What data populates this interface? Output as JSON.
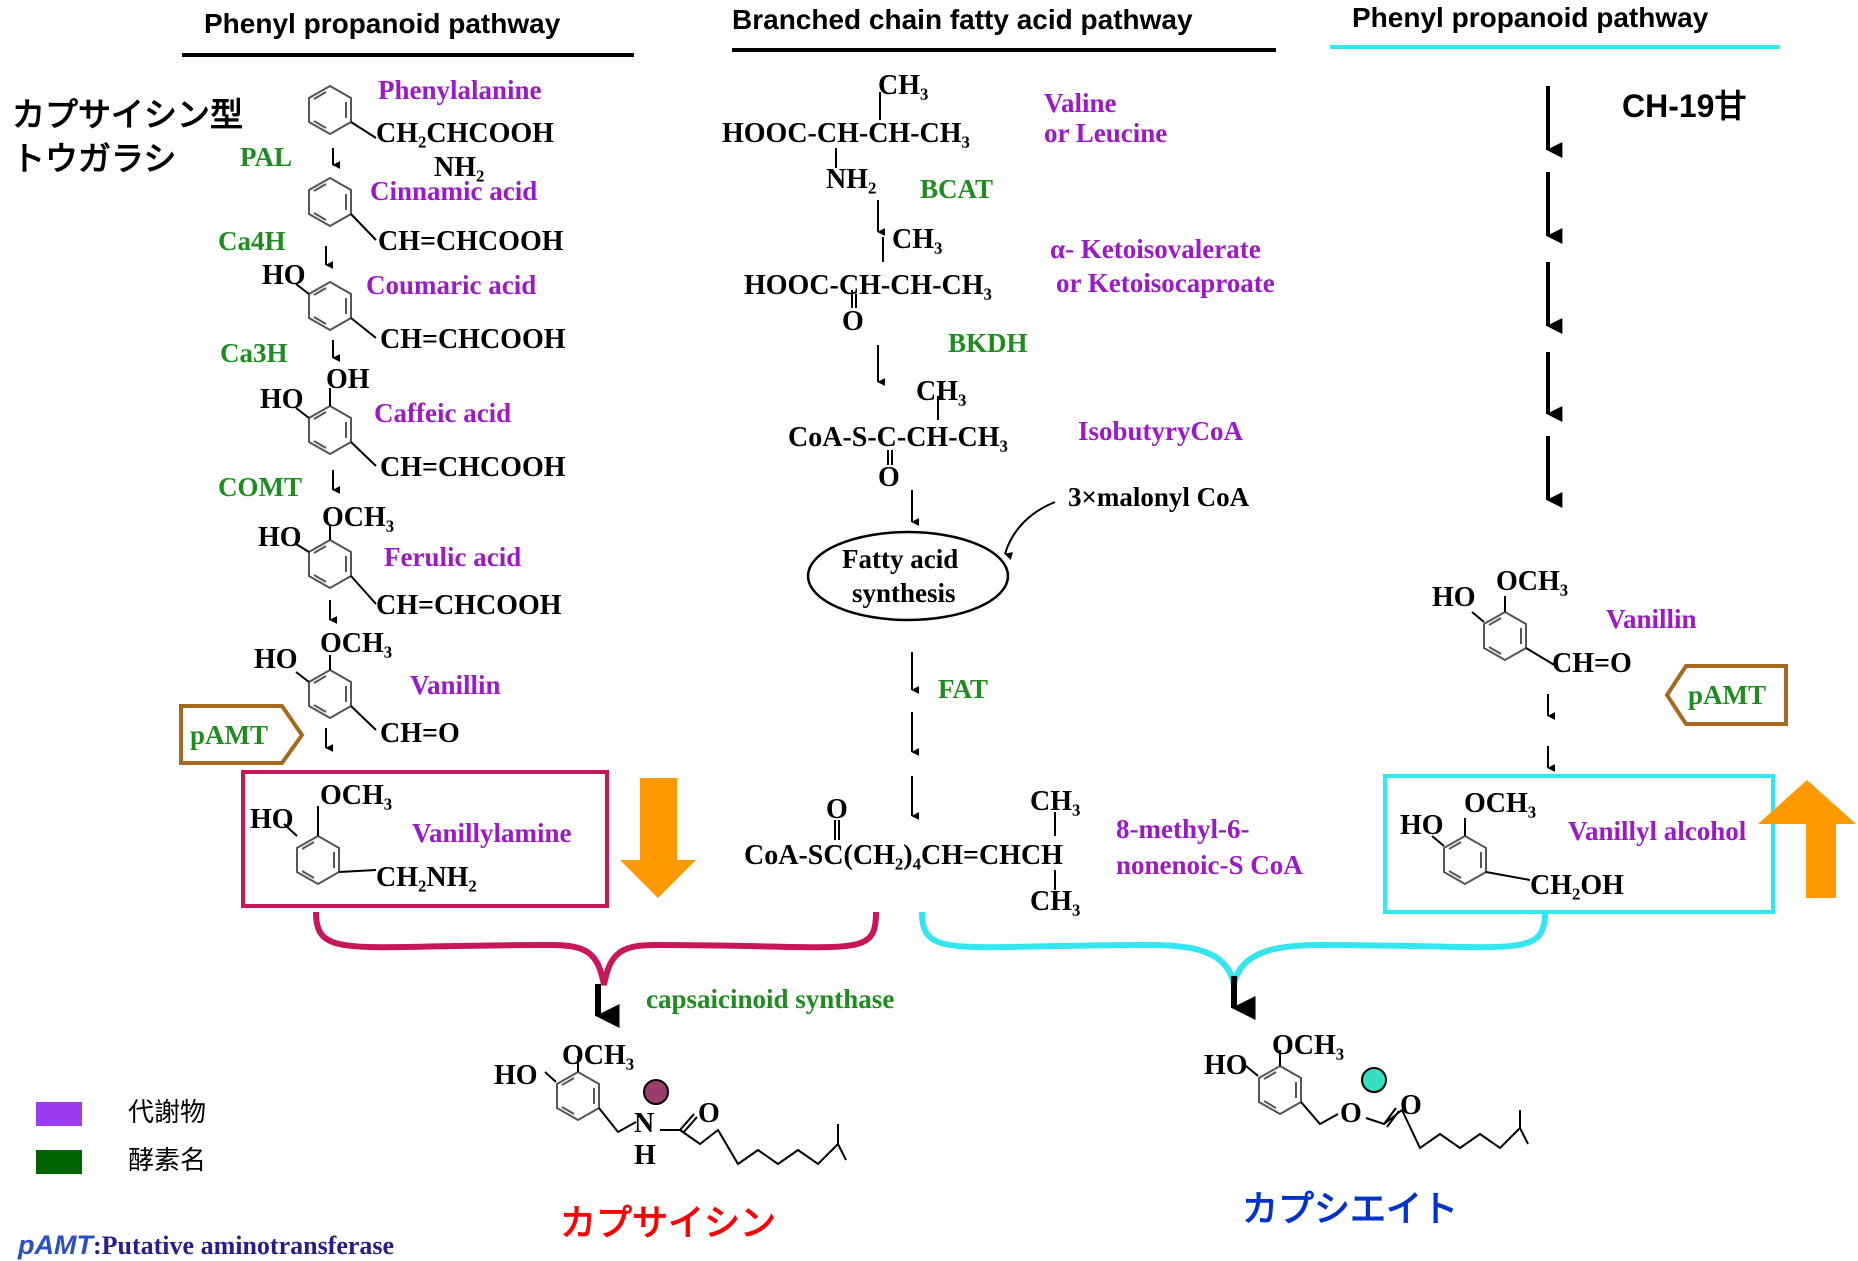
{
  "headers": {
    "left": "Phenyl propanoid pathway",
    "middle": "Branched chain fatty acid pathway",
    "right": "Phenyl propanoid pathway"
  },
  "variety": {
    "left_line1": "カプサイシン型",
    "left_line2": "トウガラシ",
    "right": "CH-19甘"
  },
  "left_pathway": {
    "metabolites": [
      "Phenylalanine",
      "Cinnamic acid",
      "Coumaric acid",
      "Caffeic acid",
      "Ferulic acid",
      "Vanillin",
      "Vanillylamine"
    ],
    "enzymes": [
      "PAL",
      "Ca4H",
      "Ca3H",
      "COMT"
    ],
    "groups": {
      "ch2chcooh": "CH₂CHCOOH",
      "nh2": "NH₂",
      "chchcooh": "CH=CHCOOH",
      "ho": "HO",
      "oh": "OH",
      "och3": "OCH₃",
      "cho": "CH=O",
      "ch2nh2": "CH₂NH₂"
    }
  },
  "middle_pathway": {
    "metabolites": [
      "Valine",
      "or Leucine",
      "α- Ketoisovalerate",
      "or Ketoisocaproate",
      "IsobutyryCoA",
      "8-methyl-6-",
      "nonenoic-S CoA"
    ],
    "enzymes": [
      "BCAT",
      "BKDH",
      "FAT"
    ],
    "structures": {
      "ch3": "CH₃",
      "valine": "HOOC-CH-CH-CH₃",
      "nh2": "NH₂",
      "keto": "HOOC-CH-CH-CH₃",
      "o": "O",
      "isobutyryl": "CoA-S-C-CH-CH₃",
      "nonenoyl": "CoA-SC(CH₂)₄CH=CHCH"
    },
    "malonyl": "3×malonyl CoA",
    "fas_line1": "Fatty acid",
    "fas_line2": "synthesis"
  },
  "right_pathway": {
    "vanillin": "Vanillin",
    "vanillyl_alcohol": "Vanillyl alcohol",
    "cho": "CH=O",
    "ch2oh": "CH₂OH",
    "ho": "HO",
    "och3": "OCH₃"
  },
  "pamt_label": "pAMT",
  "synthase": "capsaicinoid synthase",
  "products": {
    "capsaicin": "カプサイシン",
    "capsiate": "カプシエイト",
    "ho": "HO",
    "och3": "OCH₃",
    "n": "N",
    "h": "H",
    "o": "O"
  },
  "legend": {
    "metabolite": "代謝物",
    "enzyme": "酵素名",
    "metabolite_color": "#9b3cf0",
    "enzyme_color": "#006400"
  },
  "footnote": {
    "abbr": "pAMT",
    "text": ":Putative aminotransferase"
  },
  "colors": {
    "metabolite": "#9b19c8",
    "enzyme": "#1e8c1e",
    "left_box": "#c8165a",
    "right_box": "#33e6f0",
    "up_down_arrow": "#ff9900",
    "pamt_border": "#a56a1e",
    "capsaicin_text": "#ff0000",
    "capsiate_text": "#0033cc",
    "capsaicin_dot": "#9b3c6e",
    "capsiate_dot": "#33e0c0",
    "footnote_abbr": "#2b4fc8",
    "footnote_text": "#2b1b8c"
  },
  "icons": {
    "down_arrow": "arrow-down-icon",
    "up_arrow": "arrow-up-icon",
    "benzene": "benzene-ring-icon",
    "brace": "curly-brace-icon"
  }
}
